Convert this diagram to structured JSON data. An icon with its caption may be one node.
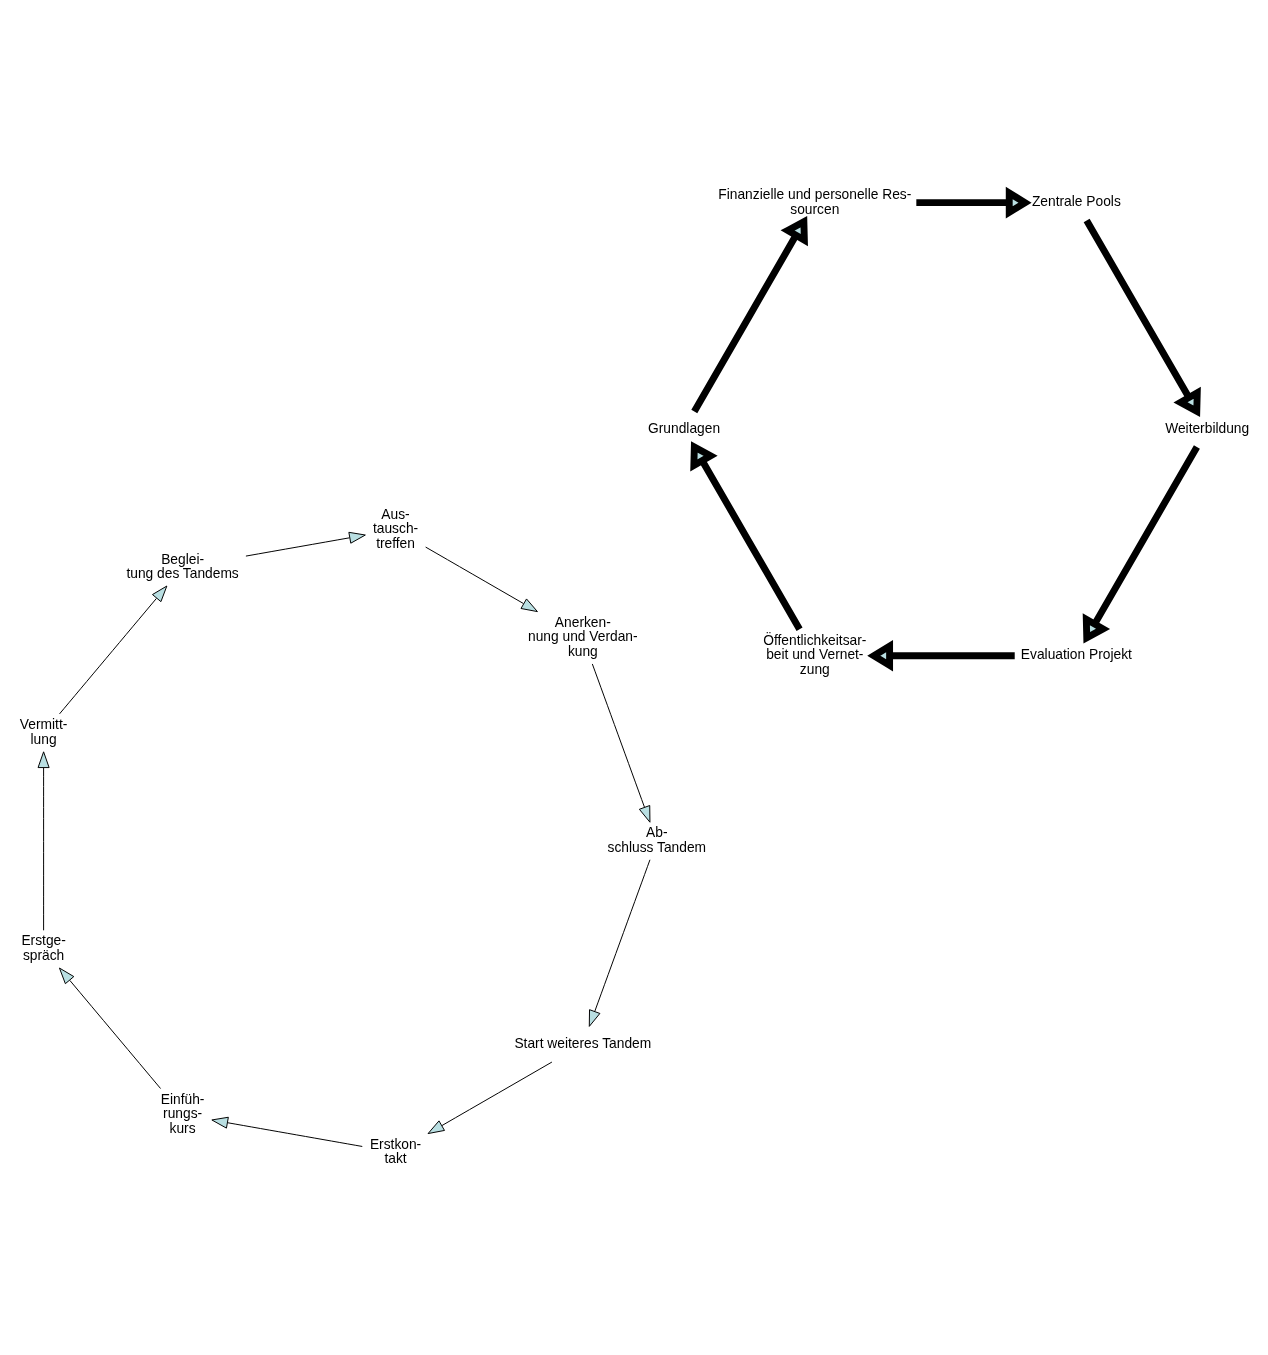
{
  "diagram": {
    "nodes": [
      {
        "text": [
          "Evaluation Projekt"
        ]
      },
      {
        "text": [
          "Öffentlichkeitsar- beit und Vernet- zung"
        ]
      },
      {
        "text": [
          "Start weiteres Tandem"
        ]
      },
      {
        "text": [
          "Erstkon- takt"
        ]
      },
      {
        "text": [
          "Einfüh- rungs- kurs"
        ]
      },
      {
        "text": [
          "Ab- schluss Tandem"
        ]
      },
      {
        "text": [
          "Weiterbildung"
        ]
      },
      {
        "text": [
          "Grundlagen"
        ]
      },
      {
        "text": [
          "Anerken- nung und Verdan- kung"
        ]
      },
      {
        "text": [
          "Erstge- spräch"
        ]
      },
      {
        "text": [
          "Aus- tausch- treffen"
        ]
      },
      {
        "text": [
          "Vermitt- lung"
        ]
      },
      {
        "text": [
          "Beglei- tung des Tandems"
        ]
      },
      {
        "text": [
          "Zentrale Pools"
        ]
      },
      {
        "text": [
          "Finanzielle und personelle Res- sourcen"
        ]
      }
    ],
    "edges": [
      {
        "from": 0,
        "to": 1,
        "arrow": "to",
        "style": "thick"
      },
      {
        "from": 1,
        "to": 7,
        "arrow": "to",
        "style": "thick"
      },
      {
        "from": 7,
        "to": 14,
        "arrow": "to",
        "style": "thick"
      },
      {
        "from": 14,
        "to": 13,
        "arrow": "to",
        "style": "thick"
      },
      {
        "from": 13,
        "to": 6,
        "arrow": "to",
        "style": "thick"
      },
      {
        "from": 6,
        "to": 0,
        "arrow": "to",
        "style": "thick"
      },
      {
        "from": 2,
        "to": 3,
        "arrow": "to"
      },
      {
        "from": 3,
        "to": 4,
        "arrow": "to"
      },
      {
        "from": 4,
        "to": 9,
        "arrow": "to"
      },
      {
        "from": 9,
        "to": 11,
        "arrow": "to"
      },
      {
        "from": 11,
        "to": 12,
        "arrow": "to"
      },
      {
        "from": 12,
        "to": 10,
        "arrow": "to"
      },
      {
        "from": 10,
        "to": 8,
        "arrow": "to"
      },
      {
        "from": 8,
        "to": 5,
        "arrow": "to"
      },
      {
        "from": 5,
        "to": 2,
        "arrow": "to"
      }
    ]
  }
}
